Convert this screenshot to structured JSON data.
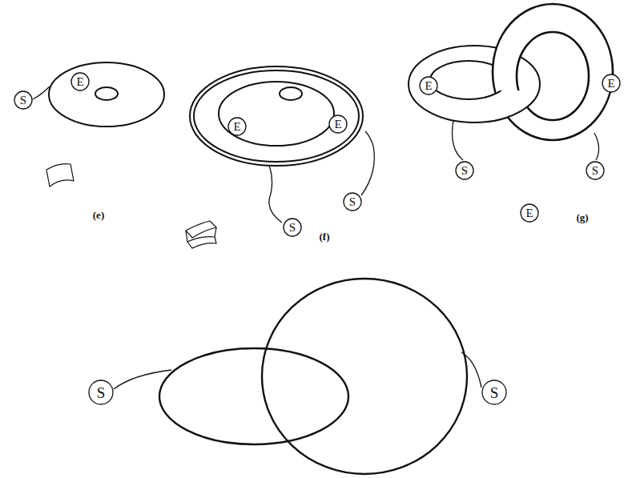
{
  "diagram": {
    "nodes": [
      {
        "text": [
          "S"
        ]
      },
      {
        "text": [
          "E"
        ]
      },
      {
        "text": [
          "E"
        ]
      },
      {
        "text": [
          "E"
        ]
      },
      {
        "text": [
          "S"
        ]
      },
      {
        "text": [
          "S"
        ]
      },
      {
        "text": [
          "E"
        ]
      },
      {
        "text": [
          "E"
        ]
      },
      {
        "text": [
          "S"
        ]
      },
      {
        "text": [
          "S"
        ]
      },
      {
        "text": [
          "E"
        ]
      },
      {
        "text": [
          "S"
        ]
      },
      {
        "text": [
          "S"
        ]
      }
    ],
    "labels": [
      "(e)",
      "(f)",
      "(g)"
    ]
  }
}
